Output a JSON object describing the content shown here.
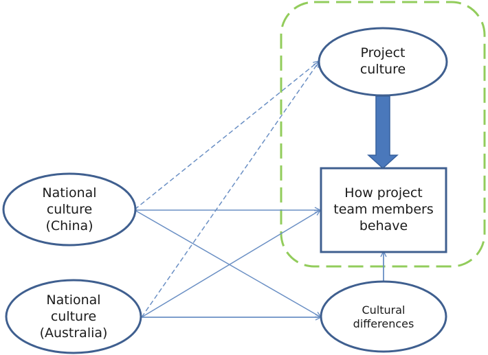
{
  "diagram": {
    "nodes": {
      "project_culture": {
        "label": "Project\nculture",
        "shape": "ellipse"
      },
      "behaviour": {
        "label": "How project\nteam members\nbehave",
        "shape": "rectangle"
      },
      "national_china": {
        "label": "National\nculture\n(China)",
        "shape": "ellipse"
      },
      "national_australia": {
        "label": "National\nculture\n(Australia)",
        "shape": "ellipse"
      },
      "cultural_differences": {
        "label": "Cultural\ndifferences",
        "shape": "ellipse"
      }
    },
    "edges": [
      {
        "from": "national_china",
        "to": "project_culture",
        "style": "dashed"
      },
      {
        "from": "national_australia",
        "to": "project_culture",
        "style": "dashed"
      },
      {
        "from": "national_china",
        "to": "behaviour",
        "style": "solid"
      },
      {
        "from": "national_australia",
        "to": "behaviour",
        "style": "solid"
      },
      {
        "from": "national_china",
        "to": "cultural_differences",
        "style": "solid"
      },
      {
        "from": "national_australia",
        "to": "cultural_differences",
        "style": "solid"
      },
      {
        "from": "cultural_differences",
        "to": "behaviour",
        "style": "solid"
      },
      {
        "from": "project_culture",
        "to": "behaviour",
        "style": "block-arrow"
      }
    ],
    "group": {
      "members": [
        "project_culture",
        "behaviour"
      ],
      "style": "dashed-rounded"
    },
    "colors": {
      "node_stroke": "#3f5f8f",
      "edge": "#6a8fc4",
      "block_arrow": "#4a78bb",
      "group_border": "#92cc5b",
      "text": "#1a1a1a"
    }
  }
}
